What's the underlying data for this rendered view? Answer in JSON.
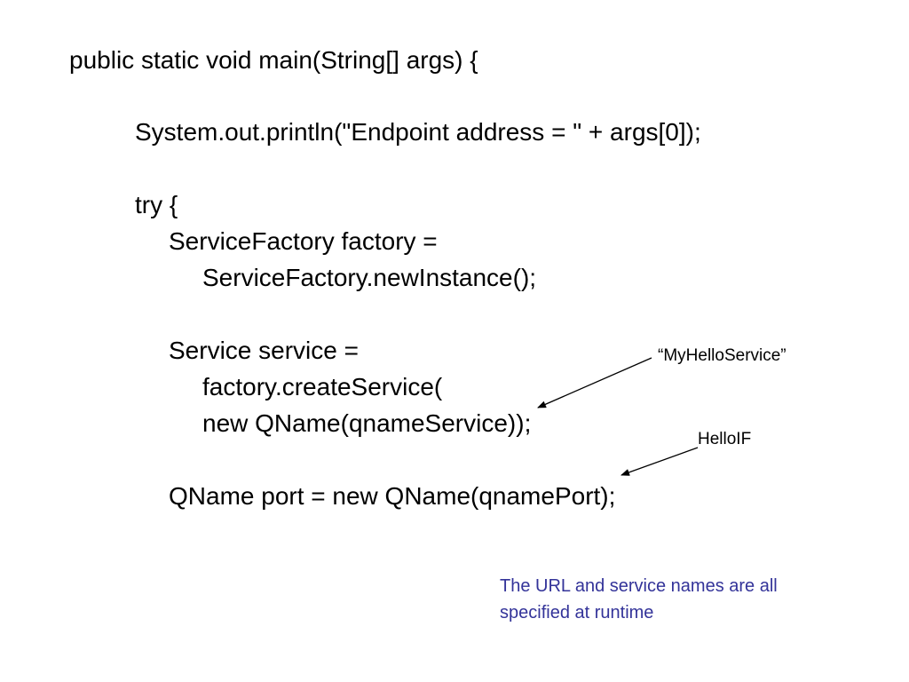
{
  "code": {
    "line_main": "public static void main(String[] args) {",
    "line_println": "System.out.println(\"Endpoint address = \" + args[0]);",
    "line_try": "try {",
    "line_factory_decl": "ServiceFactory factory =",
    "line_factory_init": "ServiceFactory.newInstance();",
    "line_service_decl": "Service service =",
    "line_create_service": "factory.createService(",
    "line_new_qname": "new QName(qnameService));",
    "line_port": "QName port = new QName(qnamePort);"
  },
  "callouts": {
    "service_name": "“MyHelloService”",
    "port_name": "HelloIF"
  },
  "note": {
    "line1": "The URL and service names are all",
    "line2": "specified at runtime"
  },
  "colors": {
    "code_text": "#000000",
    "note_text": "#333399",
    "background": "#ffffff"
  }
}
